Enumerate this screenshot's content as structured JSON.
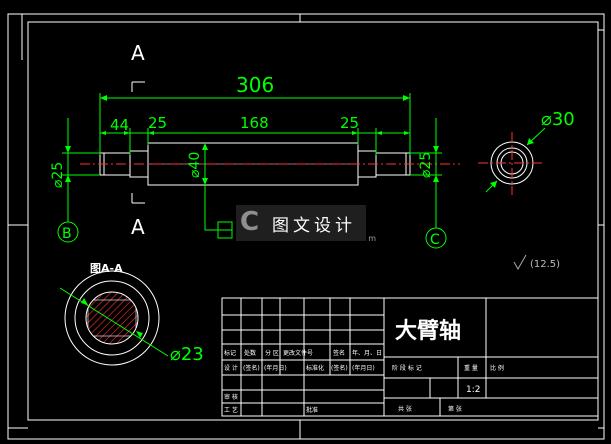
{
  "section": {
    "upper_label": "A",
    "lower_label": "A",
    "view_title": "图A-A"
  },
  "dimensions": {
    "overall": "306",
    "left_step": "44",
    "left_shoulder": "25",
    "middle": "168",
    "right_shoulder": "25",
    "dia_left": "⌀25",
    "dia_middle": "⌀40",
    "dia_right": "⌀25",
    "dia_end_view": "⌀30",
    "dia_section": "⌀23"
  },
  "datums": {
    "left": "B",
    "right": "C"
  },
  "roughness": "(12.5)",
  "watermark": {
    "logo": "C",
    "text": "图文设计",
    "sub": "m"
  },
  "title_block": {
    "part_name": "大臂轴",
    "row_labels": {
      "mark": "标记",
      "count": "处数",
      "zone": "分 区",
      "doc_no": "更改文件号",
      "sign": "签名",
      "date": "年、月、日",
      "design": "设 计",
      "sign2": "(签名)",
      "date2": "(年月日)",
      "standard": "标准化",
      "sign3": "(签名)",
      "date3": "(年月日)",
      "review": "审 核",
      "process": "工 艺",
      "approve": "批准"
    },
    "stage_label": "阶 段 标 记",
    "weight_label": "重 量",
    "scale_label": "比 例",
    "scale_value": "1:2",
    "sheet_count": "共  张",
    "sheet_no": "第  张"
  }
}
